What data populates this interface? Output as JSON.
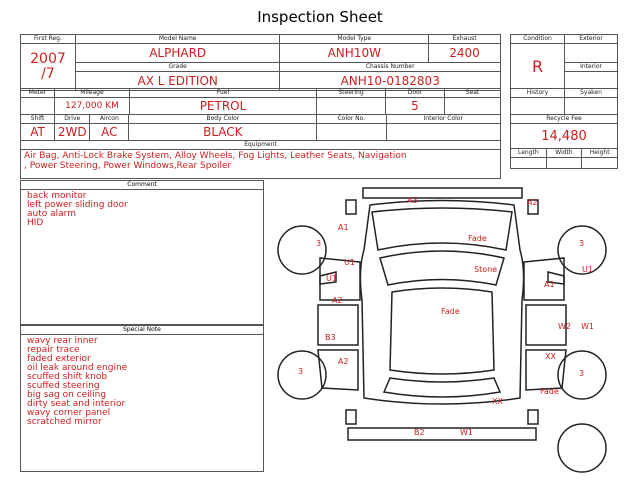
{
  "title": "Inspection Sheet",
  "labels": {
    "first_reg": "First Reg.",
    "model_name": "Model Name",
    "model_type": "Model Type",
    "exhaust": "Exhaust",
    "grade": "Grade",
    "chassis_number": "Chassis Number",
    "condition": "Condition",
    "exterior": "Exterior",
    "interior": "Interior",
    "meter": "Meter",
    "mileage": "Mileage",
    "fuel": "Fuel",
    "steering": "Steering",
    "door": "Door",
    "seat": "Seat",
    "history": "History",
    "syaken": "Syaken",
    "shift": "Shift",
    "drive": "Drive",
    "aircon": "Aircon",
    "body_color": "Body Color",
    "color_no": "Color No.",
    "interior_color": "Interior Color",
    "recycle_fee": "Recycle Fee",
    "equipment": "Equipment",
    "length": "Length",
    "width": "Width",
    "height": "Height",
    "comment": "Comment",
    "special_note": "Special Note"
  },
  "values": {
    "first_reg_year": "2007",
    "first_reg_month": "/7",
    "model_name": "ALPHARD",
    "model_type": "ANH10W",
    "exhaust": "2400",
    "grade": "AX L EDITION",
    "chassis_number": "ANH10-0182803",
    "condition": "R",
    "mileage": "127,000 KM",
    "fuel": "PETROL",
    "door": "5",
    "shift": "AT",
    "drive": "2WD",
    "aircon": "AC",
    "body_color": "BLACK",
    "recycle_fee": "14,480",
    "equipment": "Air Bag, Anti-Lock Brake System, Alloy Wheels, Fog Lights, Leather Seats, Navigation\n, Power Steering, Power Windows,Rear Spoiler"
  },
  "comments": [
    "back monitor",
    "left power sliding door",
    "auto alarm",
    "HID"
  ],
  "special_notes": [
    "wavy rear inner",
    "repair trace",
    "faded exterior",
    "oil leak around engine",
    "scuffed shift knob",
    "scuffed steering",
    "big sag on ceiling",
    "dirty seat and interior",
    "wavy corner panel",
    "scratched mirror"
  ],
  "diagram_marks": {
    "front_a3": "A3",
    "front_a2": "A2",
    "hood_a1": "A1",
    "hood_fade": "Fade",
    "roof_stone": "Stone",
    "left_u1": "U1",
    "left_u1b": "U1",
    "right_u1": "U1",
    "right_a1": "A1",
    "left_a2": "A2",
    "center_fade": "Fade",
    "right_w2": "W2",
    "right_w1": "W1",
    "left_b3": "B3",
    "right_xx": "XX",
    "left_a2b": "A2",
    "right_fade": "Fade",
    "rear_xx": "XX",
    "rear_b2": "B2",
    "rear_w1": "W1",
    "tire_fl": "3",
    "tire_fr": "3",
    "tire_rl": "3",
    "tire_rr": "3"
  }
}
